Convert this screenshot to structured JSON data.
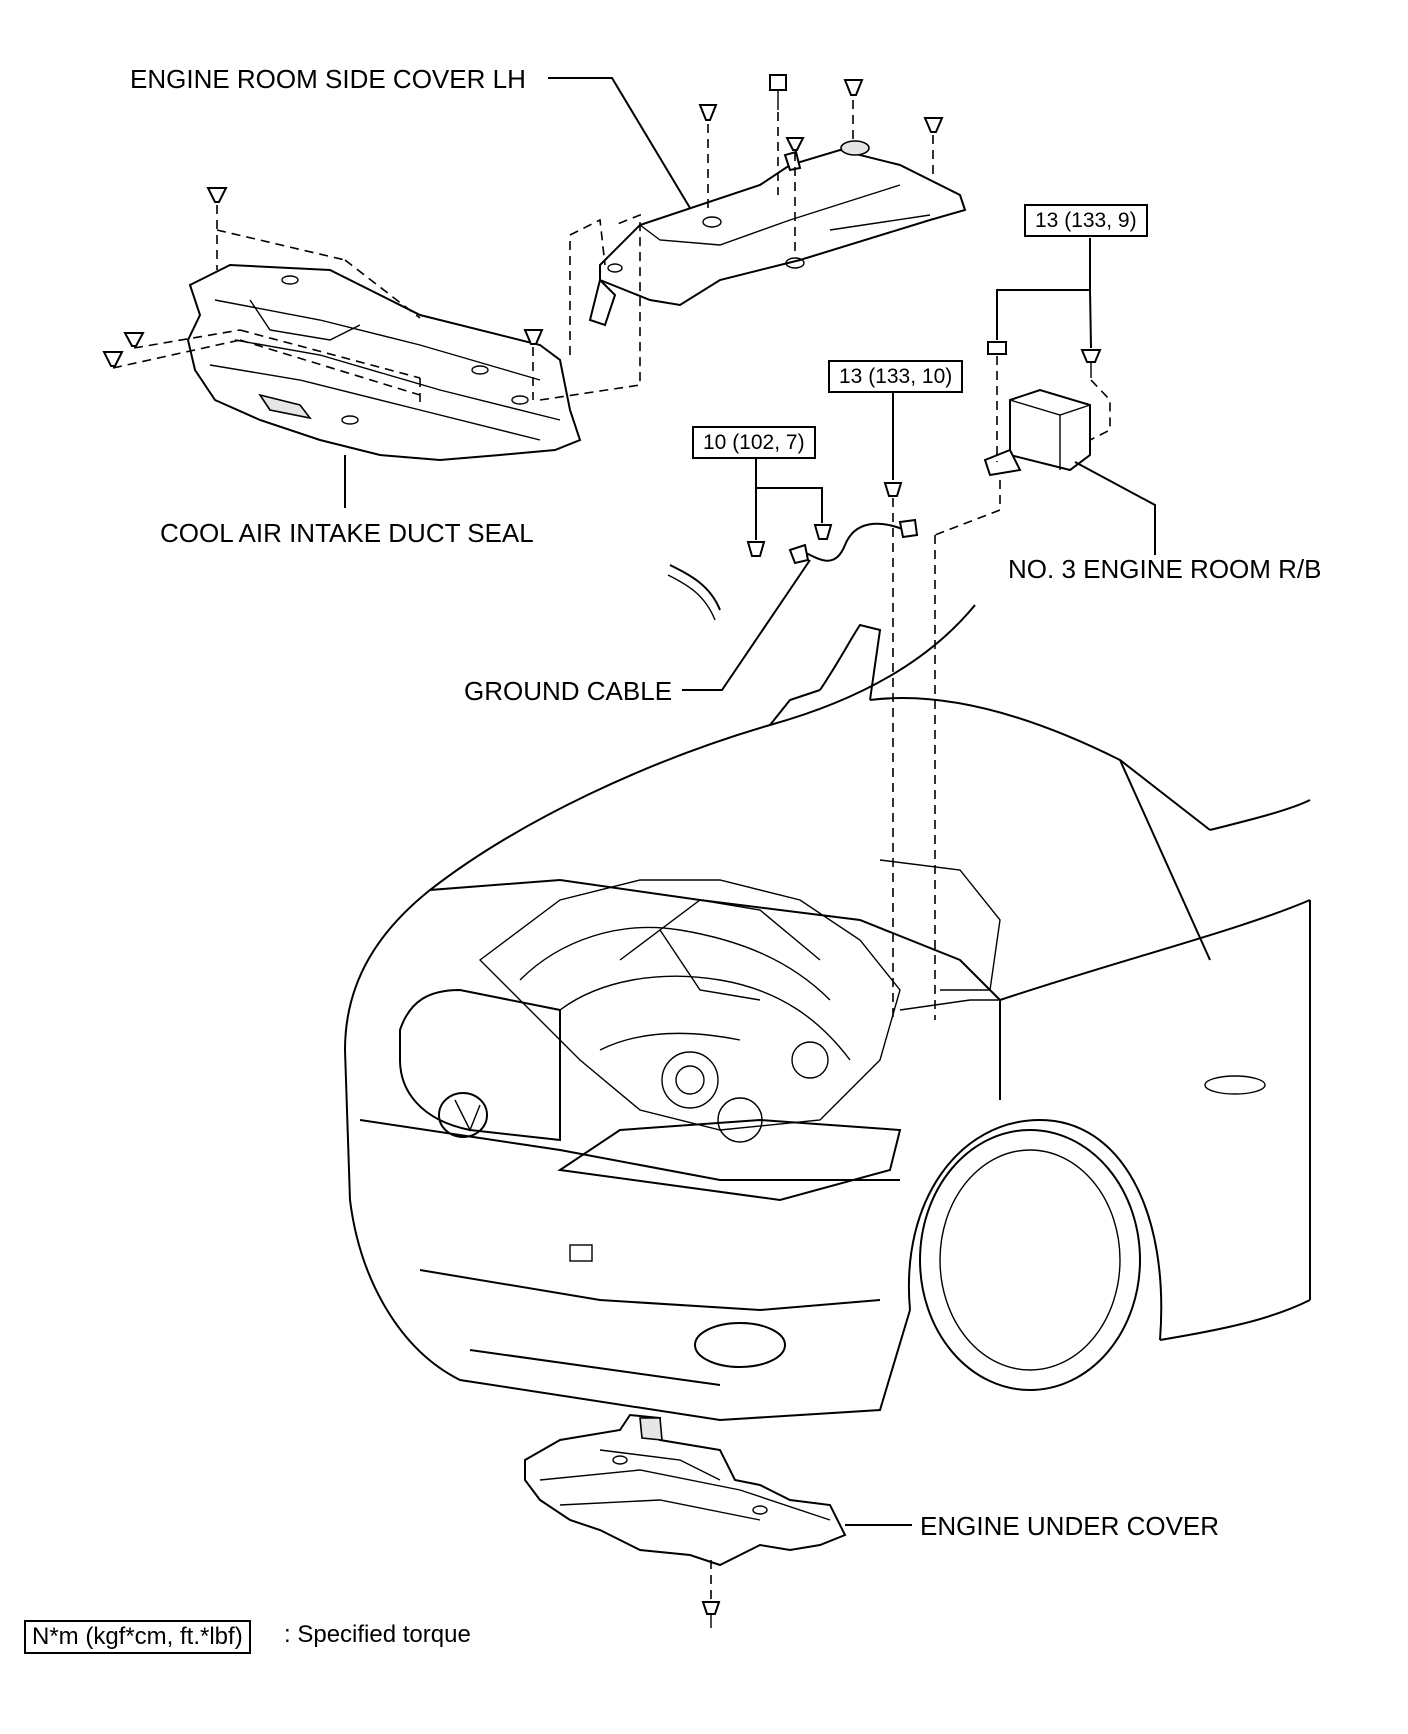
{
  "labels": {
    "engine_room_side_cover_lh": "ENGINE ROOM SIDE COVER LH",
    "cool_air_intake_duct_seal": "COOL AIR INTAKE DUCT SEAL",
    "no3_engine_room_rb": "NO. 3 ENGINE ROOM R/B",
    "ground_cable": "GROUND CABLE",
    "engine_under_cover": "ENGINE UNDER COVER"
  },
  "torques": {
    "relay_block": "13 (133, 9)",
    "ground_bolt": "13 (133, 10)",
    "ground_cable": "10 (102, 7)"
  },
  "legend": {
    "box": "N*m (kgf*cm, ft.*lbf)",
    "text": ": Specified torque"
  }
}
